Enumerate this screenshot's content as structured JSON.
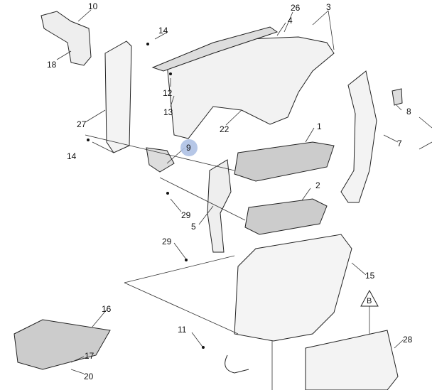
{
  "callouts": [
    "10",
    "26",
    "3",
    "14",
    "4",
    "18",
    "12",
    "13",
    "22",
    "27",
    "14",
    "9",
    "1",
    "8",
    "7",
    "2",
    "29",
    "5",
    "29",
    "15",
    "B",
    "16",
    "11",
    "17",
    "28",
    "20"
  ],
  "highlighted_callout": "9",
  "highlight_color": "#a9bde3"
}
